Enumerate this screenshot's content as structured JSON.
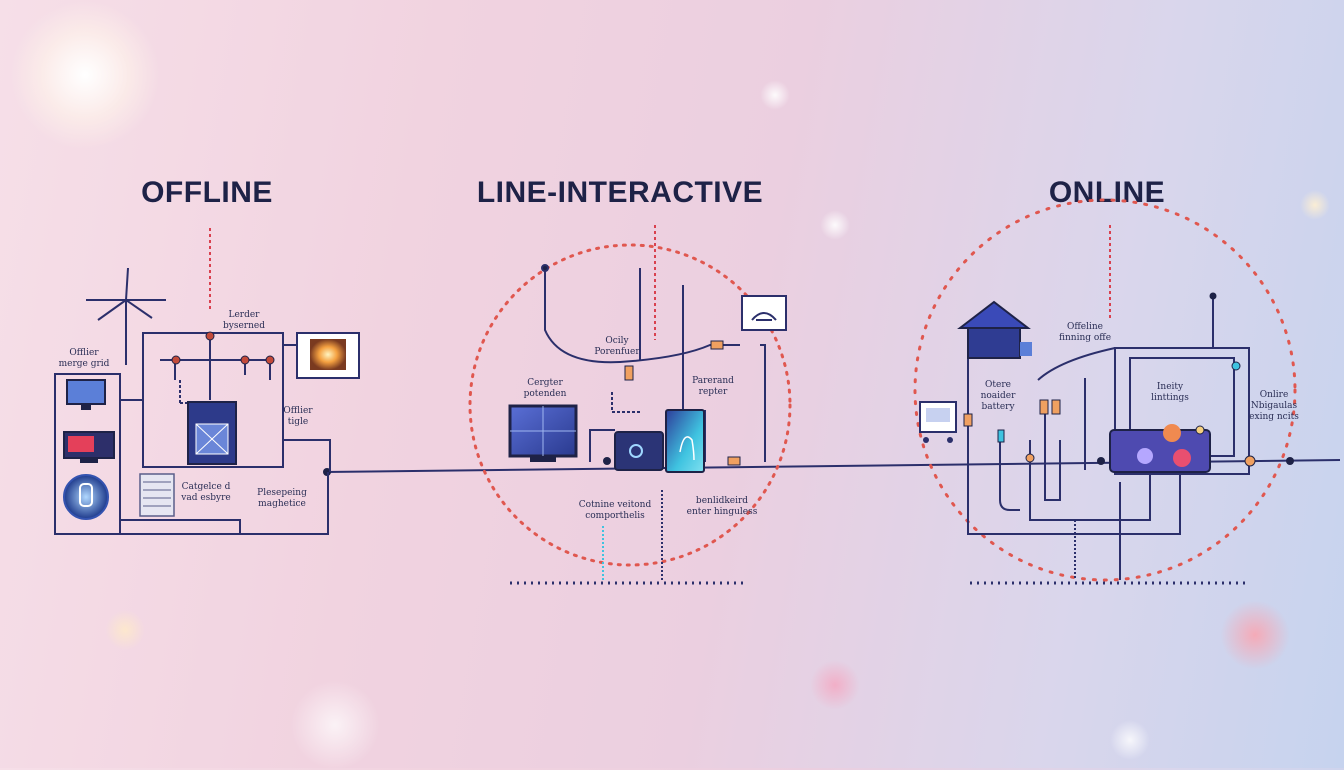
{
  "sections": {
    "offline": {
      "title": "OFFLINE",
      "labels": [
        "Offlier\nmerge grid",
        "Lerder\nbyserned",
        "Offlier\ntigle",
        "Catgelce d\nvad esbyre",
        "Plesepeing\nmaghetice"
      ]
    },
    "line_interactive": {
      "title": "LINE-INTERACTIVE",
      "labels": [
        "Ocily\nPorenfuer",
        "Cergter\npotenden",
        "Parerand\nrepter",
        "Cotnine veitond\ncomporthelis",
        "benlidkeird\nenter hinguless"
      ]
    },
    "online": {
      "title": "ONLINE",
      "labels": [
        "Offeline\nfinning offe",
        "Otere\nnoaider\nbattery",
        "Ineity\nlinttings",
        "Onlire\nNbigaulas\nexing ncits"
      ]
    }
  },
  "colors": {
    "title": "#1e2247",
    "line": "#2b2f6b",
    "dots": "#e0574f",
    "accent_cyan": "#3fc3e0",
    "accent_magenta": "#d9418f"
  },
  "icons": [
    "wind-turbine-icon",
    "monitor-icon",
    "computer-icon",
    "lightbulb-icon",
    "house-icon",
    "battery-icon",
    "router-icon",
    "server-rack-icon",
    "transformer-icon",
    "cabinet-icon"
  ]
}
